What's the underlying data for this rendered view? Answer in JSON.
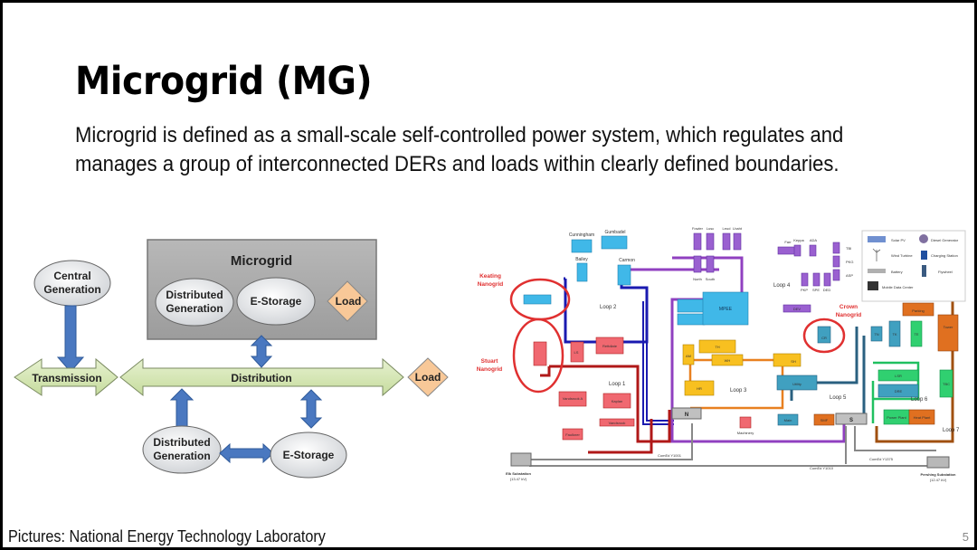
{
  "slide": {
    "title": "Microgrid (MG)",
    "description": "Microgrid is defined as a small-scale self-controlled power system, which regulates and manages a group of interconnected DERs and loads within clearly defined boundaries.",
    "footer": "Pictures: National Energy Technology Laboratory",
    "page_number": "5"
  },
  "left_diagram": {
    "microgrid_box_label": "Microgrid",
    "microgrid_dg": [
      "Distributed",
      "Generation"
    ],
    "microgrid_storage": "E-Storage",
    "microgrid_load": "Load",
    "central_generation": [
      "Central",
      "Generation"
    ],
    "transmission": "Transmission",
    "distribution": "Distribution",
    "load": "Load",
    "bottom_dg": [
      "Distributed",
      "Generation"
    ],
    "bottom_storage": "E-Storage"
  },
  "right_diagram": {
    "nanogrids": {
      "keating": [
        "Keating",
        "Nanogrid"
      ],
      "stuart": [
        "Stuart",
        "Nanogrid"
      ],
      "crown": [
        "Crown",
        "Nanogrid"
      ]
    },
    "loops": [
      "Loop 1",
      "Loop 2",
      "Loop 3",
      "Loop 4",
      "Loop 5",
      "Loop 6",
      "Loop 7"
    ],
    "buildings_blue": [
      "Cunningham",
      "Gumbadel",
      "Bailey",
      "Carmon",
      "MPEE"
    ],
    "buildings_purple": [
      "Fowler",
      "Lusc",
      "Leud",
      "Lhaht",
      "North",
      "South",
      "Farr",
      "Keppa",
      "ADA",
      "TBI",
      "PKG",
      "ASP",
      "PKP",
      "SPE",
      "DED",
      "DEV"
    ],
    "buildings_red": [
      "LS",
      "Rettdlate",
      "Vandsrook A",
      "Kaplan",
      "Vandsrook",
      "Faulkner",
      "Machinery"
    ],
    "buildings_yellow": [
      "AM",
      "TH",
      "WH",
      "HR",
      "SH"
    ],
    "buildings_teal": [
      "Utility",
      "TN",
      "TK",
      "CR",
      "Main",
      "DRE"
    ],
    "buildings_green": [
      "TE",
      "LSR",
      "TBC",
      "Power Plant"
    ],
    "buildings_orange": [
      "Parking",
      "Tower",
      "SMF",
      "Heat Plant"
    ],
    "nodes": {
      "north": "N",
      "south": "S"
    },
    "feeders": [
      "ComEd Y1001",
      "ComEd Y1010",
      "ComEd Y1375"
    ],
    "substations": [
      {
        "name": "Elk Substation",
        "voltage": "(13.47 kV)"
      },
      {
        "name": "Pershing Substation",
        "voltage": "(12.47 kV)"
      }
    ],
    "legend": [
      "Solar PV",
      "Diesel Generator",
      "Wind Turbine",
      "Charging Station",
      "Battery",
      "Flywheel",
      "Mobile Data Center"
    ]
  },
  "colors": {
    "blue_arrow": "#4a78c0",
    "green_bar": "#d6e8b4",
    "load_orange": "#f8c898",
    "microgrid_gray": "#a8a8a8",
    "nanogrid_red": "#e03030",
    "loop_blue": "#1a1ab0",
    "loop_red": "#b01818",
    "loop_purple": "#9040c0",
    "loop_orange": "#e88020",
    "loop_teal": "#2a6080",
    "loop_green": "#20c060",
    "loop_brown": "#a05010"
  }
}
